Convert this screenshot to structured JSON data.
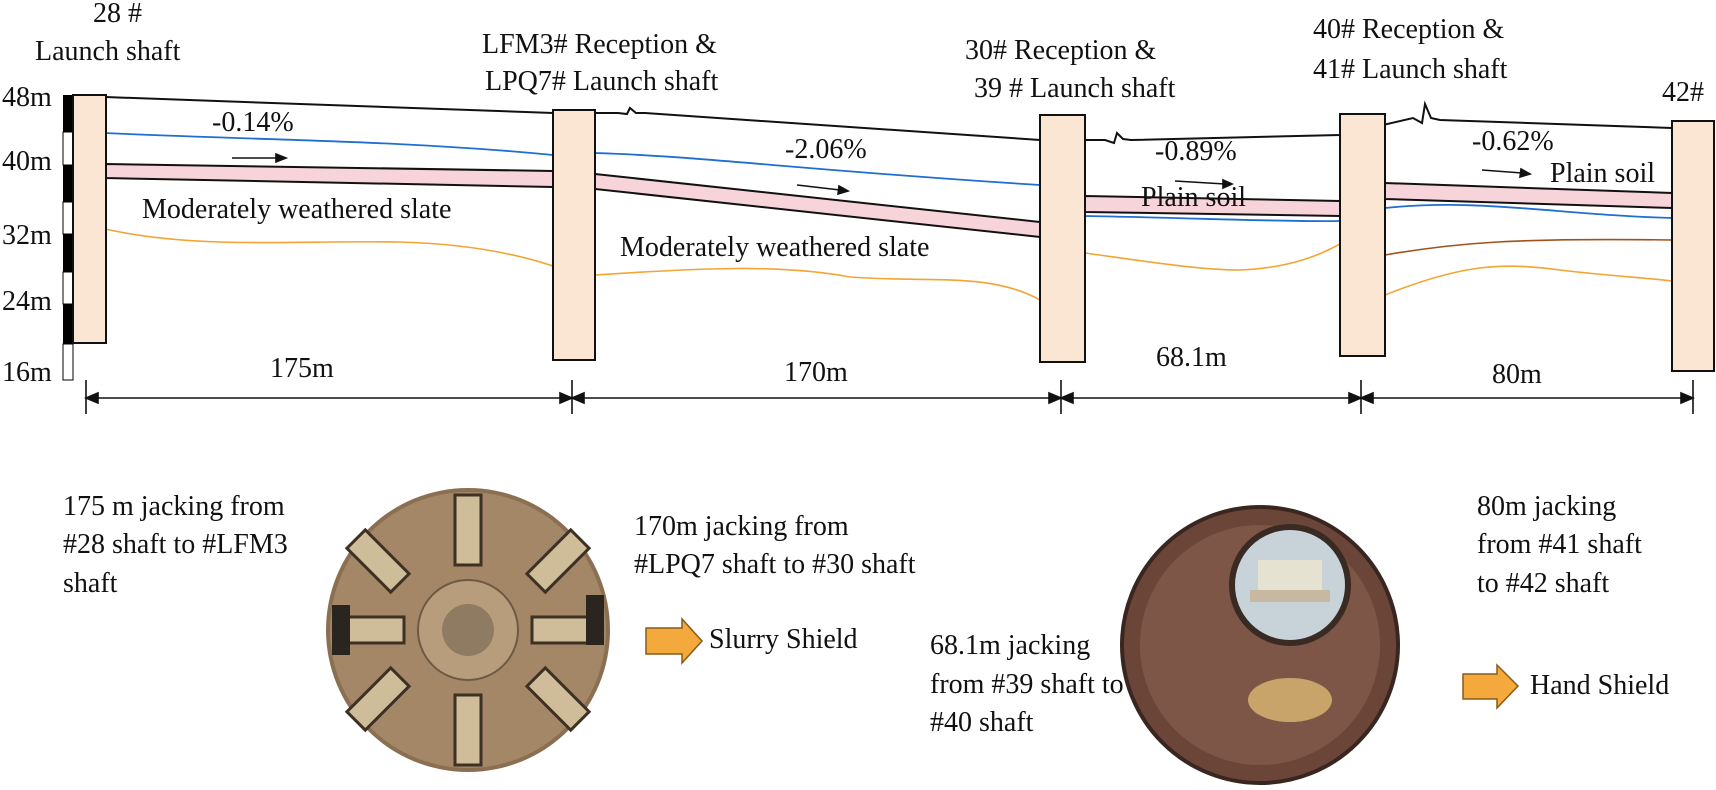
{
  "shafts": [
    {
      "label_lines": [
        "28 #",
        "Launch shaft"
      ]
    },
    {
      "label_lines": [
        "LFM3# Reception &",
        "LPQ7# Launch shaft"
      ]
    },
    {
      "label_lines": [
        "30# Reception &",
        "39 # Launch shaft"
      ]
    },
    {
      "label_lines": [
        "40#  Reception &",
        "41#  Launch shaft"
      ]
    },
    {
      "label_lines": [
        "42#"
      ]
    }
  ],
  "elevation_ticks": [
    "48m",
    "40m",
    "32m",
    "24m",
    "16m"
  ],
  "slopes": [
    "-0.14%",
    "-2.06%",
    "-0.89%",
    "-0.62%"
  ],
  "strata": {
    "mws1": "Moderately weathered slate",
    "mws2": "Moderately weathered slate",
    "ps1": "Plain soil",
    "ps2": "Plain soil"
  },
  "distances": [
    "175m",
    "170m",
    "68.1m",
    "80m"
  ],
  "descriptions": {
    "d1": [
      "175 m jacking from",
      "#28 shaft to #LFM3",
      "shaft"
    ],
    "d2": [
      "170m jacking from",
      "#LPQ7 shaft to #30 shaft"
    ],
    "d3": [
      "68.1m jacking",
      "from #39 shaft to",
      "#40 shaft"
    ],
    "d4": [
      "80m jacking",
      "from #41 shaft",
      "to #42 shaft"
    ]
  },
  "machines": {
    "slurry": "Slurry Shield",
    "hand": "Hand Shield"
  },
  "colors": {
    "shaft_fill": "#fbe6d3",
    "pipe_fill": "#f7d4da",
    "water_line": "#1f6fd1",
    "rock_line": "#f2a533",
    "brown_line": "#a0521a",
    "arrow_fill": "#f4a93c"
  }
}
